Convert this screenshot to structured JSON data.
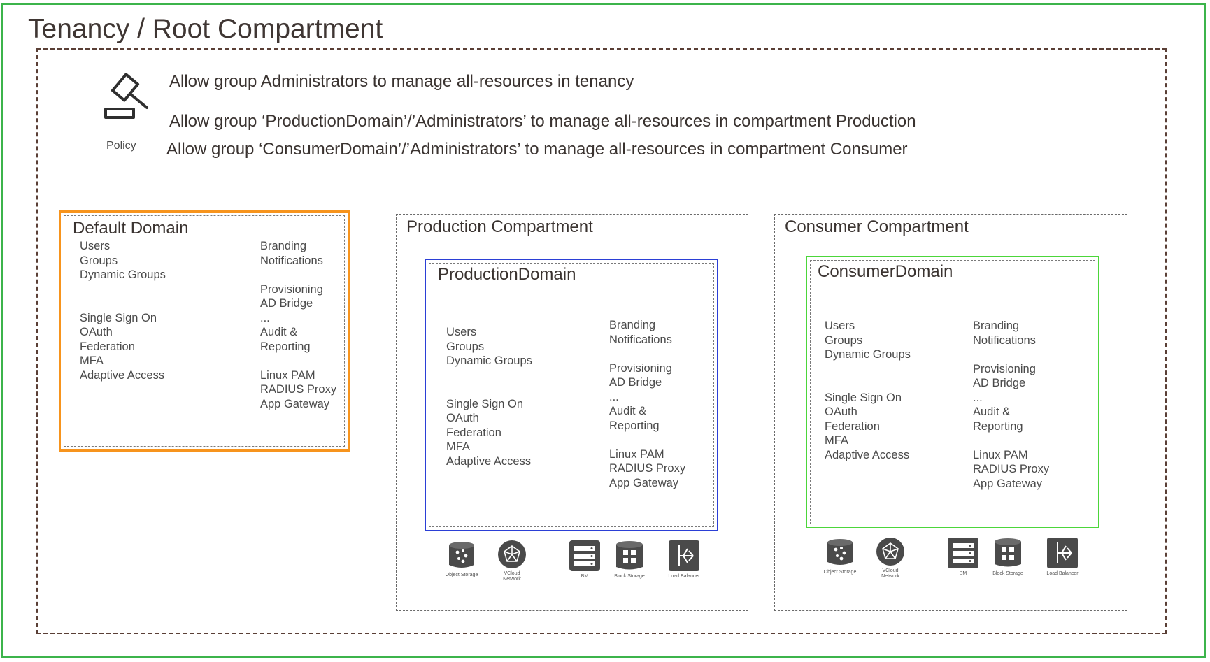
{
  "title": "Tenancy / Root Compartment",
  "policy": {
    "label": "Policy",
    "icon": "gavel-icon",
    "statements": [
      "Allow group Administrators to manage all-resources in tenancy",
      "Allow group ‘ProductionDomain’/’Administrators’ to manage all-resources in compartment Production",
      "Allow group ‘ConsumerDomain’/’Administrators’ to manage all-resources in compartment Consumer"
    ]
  },
  "default_domain": {
    "title": "Default Domain",
    "border_color": "#f7941d",
    "left_items": [
      "Users",
      "Groups",
      "Dynamic Groups",
      "",
      "",
      "Single Sign On",
      "OAuth",
      "Federation",
      "MFA",
      "Adaptive Access"
    ],
    "right_items": [
      "Branding",
      "Notifications",
      "",
      "Provisioning",
      "AD Bridge",
      "...",
      "Audit &",
      "Reporting",
      "",
      "Linux PAM",
      "RADIUS Proxy",
      "App Gateway"
    ]
  },
  "production": {
    "title": "Production Compartment",
    "domain": {
      "title": "ProductionDomain",
      "border_color": "#2b3fd6",
      "left_items": [
        "Users",
        "Groups",
        "Dynamic Groups",
        "",
        "",
        "Single Sign On",
        "OAuth",
        "Federation",
        "MFA",
        "Adaptive Access"
      ],
      "right_items": [
        "Branding",
        "Notifications",
        "",
        "Provisioning",
        "AD Bridge",
        "...",
        "Audit &",
        "Reporting",
        "",
        "Linux PAM",
        "RADIUS Proxy",
        "App Gateway"
      ]
    },
    "services": [
      {
        "icon": "object-storage-icon",
        "label": "Object Storage"
      },
      {
        "icon": "vcloud-network-icon",
        "label": "VCloud Network"
      },
      {
        "icon": "bm-server-icon",
        "label": "BM"
      },
      {
        "icon": "block-storage-icon",
        "label": "Block Storage"
      },
      {
        "icon": "load-balancer-icon",
        "label": "Load Balancer"
      }
    ]
  },
  "consumer": {
    "title": "Consumer Compartment",
    "domain": {
      "title": "ConsumerDomain",
      "border_color": "#4cd63a",
      "left_items": [
        "Users",
        "Groups",
        "Dynamic Groups",
        "",
        "",
        "Single Sign On",
        "OAuth",
        "Federation",
        "MFA",
        "Adaptive Access"
      ],
      "right_items": [
        "Branding",
        "Notifications",
        "",
        "Provisioning",
        "AD Bridge",
        "...",
        "Audit &",
        "Reporting",
        "",
        "Linux PAM",
        "RADIUS Proxy",
        "App Gateway"
      ]
    },
    "services": [
      {
        "icon": "object-storage-icon",
        "label": "Object Storage"
      },
      {
        "icon": "vcloud-network-icon",
        "label": "VCloud Network"
      },
      {
        "icon": "bm-server-icon",
        "label": "BM"
      },
      {
        "icon": "block-storage-icon",
        "label": "Block Storage"
      },
      {
        "icon": "load-balancer-icon",
        "label": "Load Balancer"
      }
    ]
  },
  "colors": {
    "outer_frame": "#3cb44b",
    "tenancy_border": "#5a3f36",
    "icon_fill": "#4a4a4a"
  }
}
